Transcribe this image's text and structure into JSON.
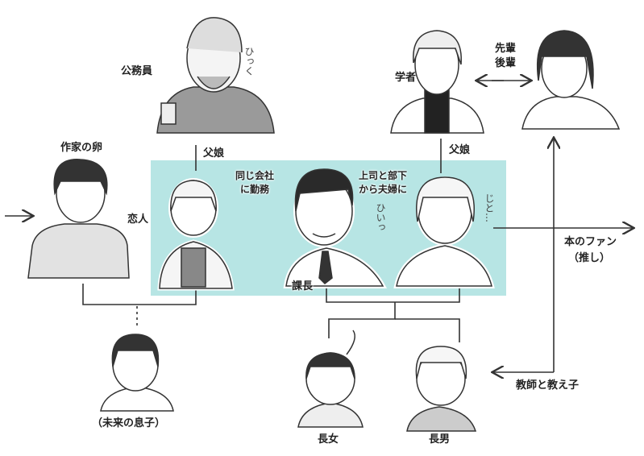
{
  "labels": {
    "civil_servant": "公務員",
    "hic": "ひっく",
    "aspiring_writer": "作家の卵",
    "father_daughter_left": "父娘",
    "father_daughter_right": "父娘",
    "lovers": "恋人",
    "same_company_1": "同じ会社",
    "same_company_2": "に勤務",
    "boss_to_spouse_1": "上司と部下",
    "boss_to_spouse_2": "から夫婦に",
    "hii": "ひいっ",
    "jito": "じと…",
    "section_chief": "課長",
    "scholar": "学者",
    "senior": "先輩",
    "junior": "後輩",
    "book_fan_1": "本のファン",
    "book_fan_2": "（推し）",
    "teacher_student": "教師と教え子",
    "future_son": "（未来の息子）",
    "eldest_daughter": "長女",
    "eldest_son": "長男"
  },
  "colors": {
    "highlight_box": "#b7e5e4",
    "line": "#333333"
  }
}
